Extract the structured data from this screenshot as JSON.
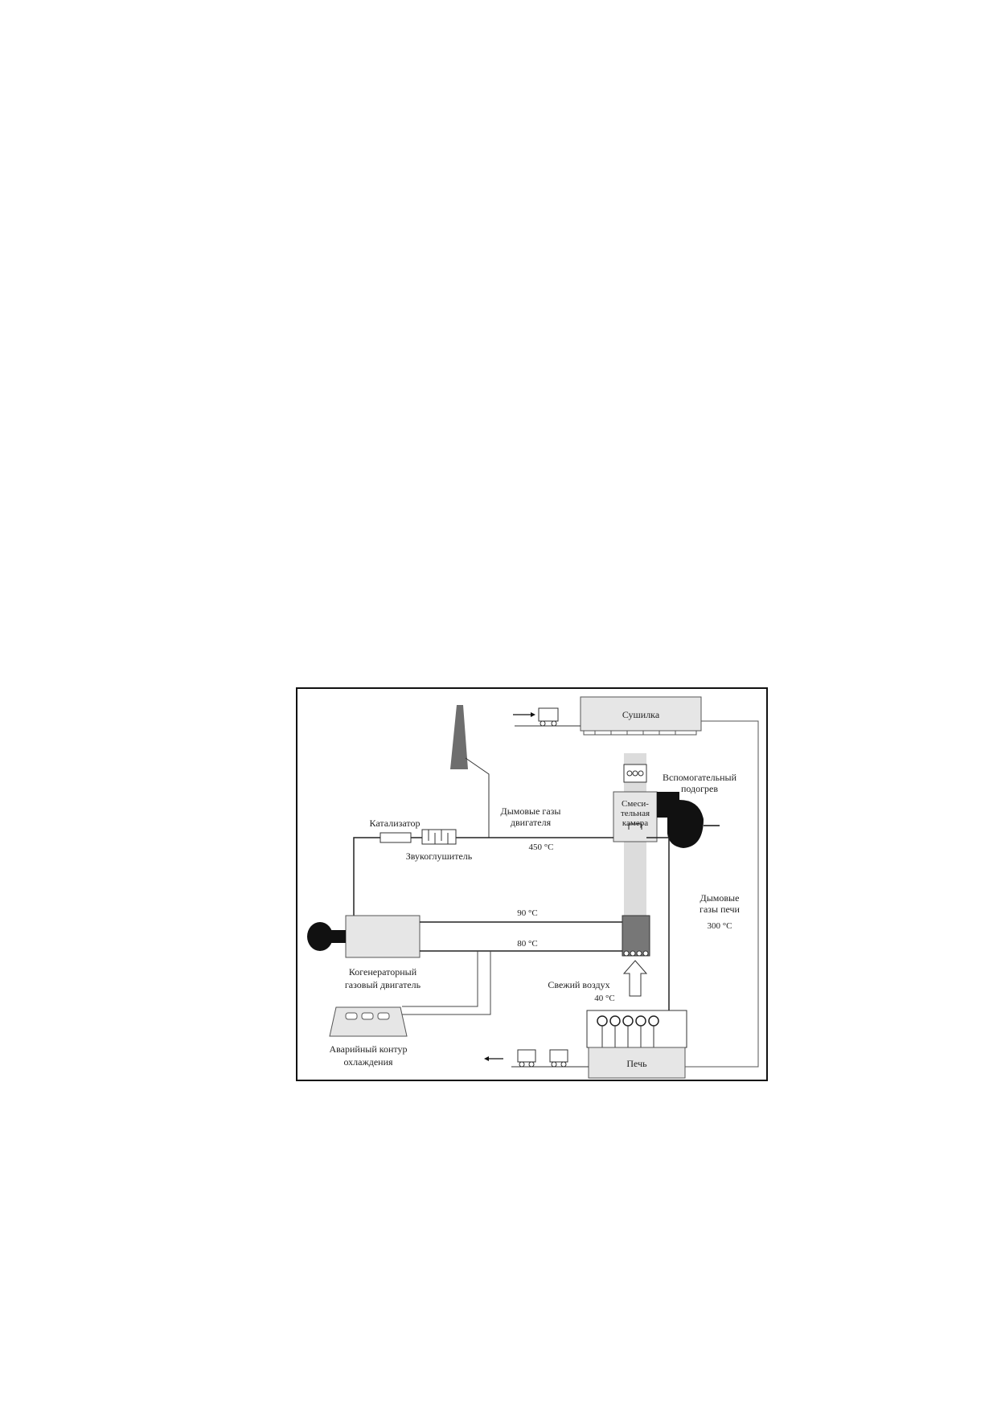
{
  "labels": {
    "dryer": "Сушилка",
    "aux_heater_1": "Вспомогательный",
    "aux_heater_2": "подогрев",
    "mixing_chamber_1": "Смеси-",
    "mixing_chamber_2": "тельная",
    "mixing_chamber_3": "камера",
    "engine_flue_1": "Дымовые газы",
    "engine_flue_2": "двигателя",
    "engine_flue_temp": "450 °C",
    "catalyst": "Катализатор",
    "silencer": "Звукоглушитель",
    "supply_temp": "90 °C",
    "return_temp": "80 °C",
    "kiln_flue_1": "Дымовые",
    "kiln_flue_2": "газы печи",
    "kiln_flue_temp": "300 °C",
    "engine_1": "Когенераторный",
    "engine_2": "газовый двигатель",
    "fresh_air_1": "Свежий воздух",
    "fresh_air_2": "40 °C",
    "emergency_1": "Аварийный контур",
    "emergency_2": "охлаждения",
    "kiln": "Печь"
  },
  "colors": {
    "box_fill": "#e6e6e6",
    "dark": "#111111",
    "stack": "#6e6e6e",
    "line": "#333333",
    "duct": "#dcdcdc"
  },
  "icons": [
    "chimney-icon",
    "fan-icon",
    "heat-exchanger-icon",
    "cart-icon",
    "burner-icon",
    "arrow-up-icon"
  ]
}
